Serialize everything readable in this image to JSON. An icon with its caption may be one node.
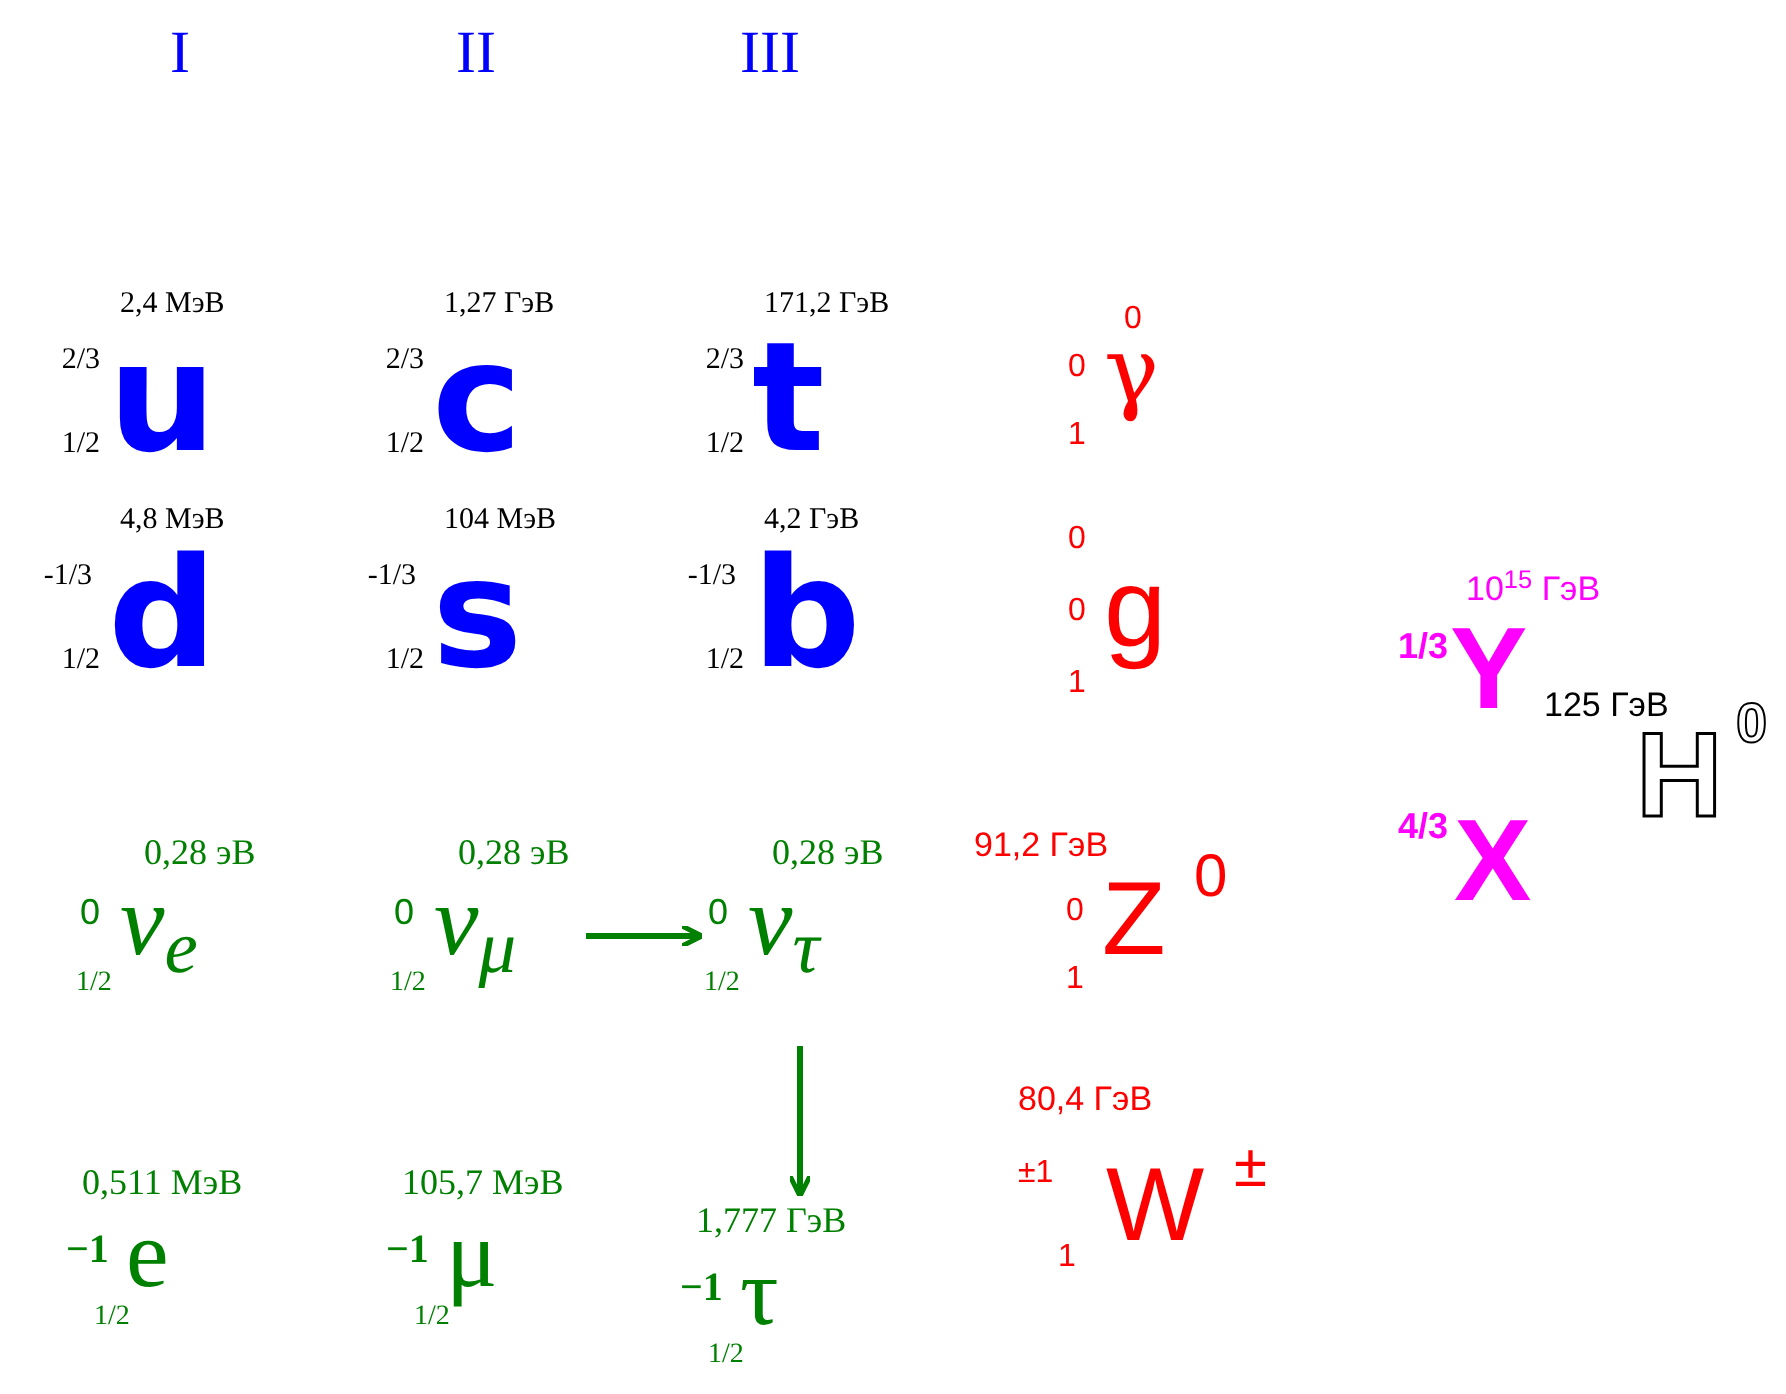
{
  "diagram": {
    "nodes": [
      {
        "text": [
          "2,4 МэВ",
          "2/3",
          "1/2",
          "u"
        ]
      },
      {
        "text": [
          "1,27 ГэВ",
          "2/3",
          "1/2",
          "c"
        ]
      },
      {
        "text": [
          "171,2 ГэВ",
          "2/3",
          "1/2",
          "t"
        ]
      },
      {
        "text": [
          "0",
          "0",
          "1",
          "γ"
        ]
      },
      {
        "text": [
          "4,8 МэВ",
          "-1/3",
          "1/2",
          "d"
        ]
      },
      {
        "text": [
          "104 МэВ",
          "-1/3",
          "1/2",
          "s"
        ]
      },
      {
        "text": [
          "4,2 ГэВ",
          "-1/3",
          "1/2",
          "b"
        ]
      },
      {
        "text": [
          "0",
          "0",
          "1",
          "g"
        ]
      },
      {
        "text": [
          "10$^{15}$ ГэВ",
          "1/3",
          "Y"
        ]
      },
      {
        "text": [
          "125 ГэВ",
          "H",
          "0"
        ]
      },
      {
        "text": [
          "4/3",
          "X"
        ]
      },
      {
        "text": [
          "0,28 эВ",
          "0",
          "1/2",
          "ν$_{e}$"
        ]
      },
      {
        "text": [
          "0,28 эВ",
          "0",
          "1/2",
          "ν$_{μ}$"
        ]
      },
      {
        "text": [
          "0,28 эВ",
          "0",
          "1/2",
          "ν$_{τ}$"
        ]
      },
      {
        "text": [
          "91,2 ГэВ",
          "0",
          "1",
          "Z",
          "0"
        ]
      },
      {
        "text": [
          "0,511 МэВ",
          "−1",
          "1/2",
          "e"
        ]
      },
      {
        "text": [
          "105,7 МэВ",
          "−1",
          "1/2",
          "μ"
        ]
      },
      {
        "text": [
          "1,777 ГэВ",
          "−1",
          "1/2",
          "τ"
        ]
      },
      {
        "text": [
          "80,4 ГэВ",
          "±1",
          "1",
          "W",
          "±"
        ]
      }
    ],
    "edges": [
      {
        "from": 12,
        "to": 13,
        "arrow": "to"
      },
      {
        "from": 13,
        "to": 17,
        "arrow": "to"
      }
    ],
    "labels": [
      "I",
      "II",
      "III"
    ]
  }
}
